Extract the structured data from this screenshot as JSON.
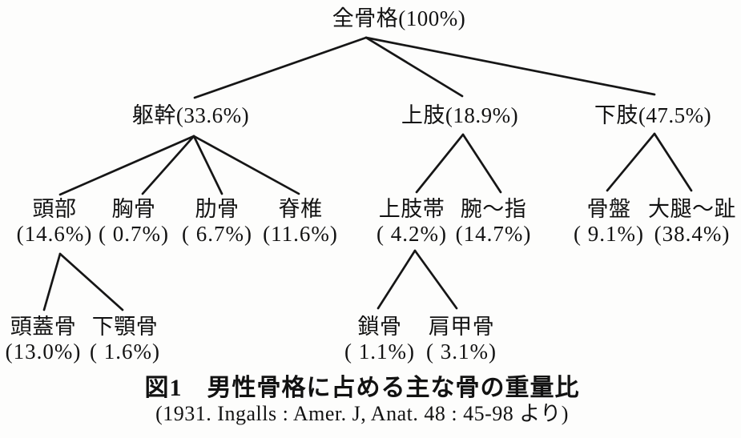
{
  "tree": {
    "root": "全骨格(100%)",
    "branches": [
      {
        "label": "躯幹(33.6%)",
        "children": [
          {
            "name": "頭部",
            "pct": "(14.6%)",
            "children": [
              {
                "name": "頭蓋骨",
                "pct": "(13.0%)"
              },
              {
                "name": "下顎骨",
                "pct": "( 1.6%)"
              }
            ]
          },
          {
            "name": "胸骨",
            "pct": "( 0.7%)"
          },
          {
            "name": "肋骨",
            "pct": "( 6.7%)"
          },
          {
            "name": "脊椎",
            "pct": "(11.6%)"
          }
        ]
      },
      {
        "label": "上肢(18.9%)",
        "children": [
          {
            "name": "上肢帯",
            "pct": "( 4.2%)",
            "children": [
              {
                "name": "鎖骨",
                "pct": "( 1.1%)"
              },
              {
                "name": "肩甲骨",
                "pct": "( 3.1%)"
              }
            ]
          },
          {
            "name": "腕～指",
            "pct": "(14.7%)"
          }
        ]
      },
      {
        "label": "下肢(47.5%)",
        "children": [
          {
            "name": "骨盤",
            "pct": "( 9.1%)"
          },
          {
            "name": "大腿～趾",
            "pct": "(38.4%)"
          }
        ]
      }
    ]
  },
  "caption": {
    "title": "図1　男性骨格に占める主な骨の重量比",
    "source": "(1931. Ingalls : Amer. J, Anat. 48 : 45-98 より)"
  },
  "colors": {
    "line": "#161616",
    "text": "#121212",
    "background": "#fdfdfc"
  }
}
